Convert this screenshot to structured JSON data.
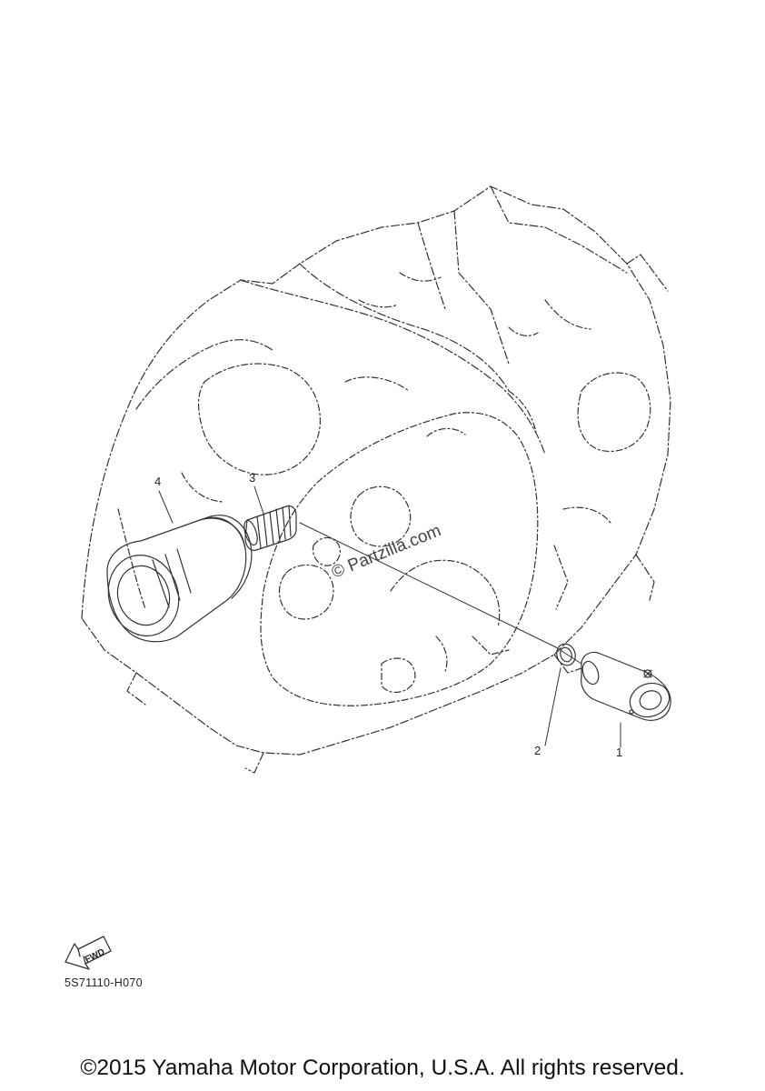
{
  "callouts": [
    {
      "id": "1",
      "label": "1"
    },
    {
      "id": "2",
      "label": "2"
    },
    {
      "id": "3",
      "label": "3"
    },
    {
      "id": "4",
      "label": "4"
    }
  ],
  "fwd_label": "FWD",
  "reference_code": "5S71110-H070",
  "watermark": "© Partzilla.com",
  "copyright": "©2015 Yamaha Motor Corporation, U.S.A. All rights reserved.",
  "colors": {
    "line": "#333333",
    "background": "#ffffff"
  }
}
